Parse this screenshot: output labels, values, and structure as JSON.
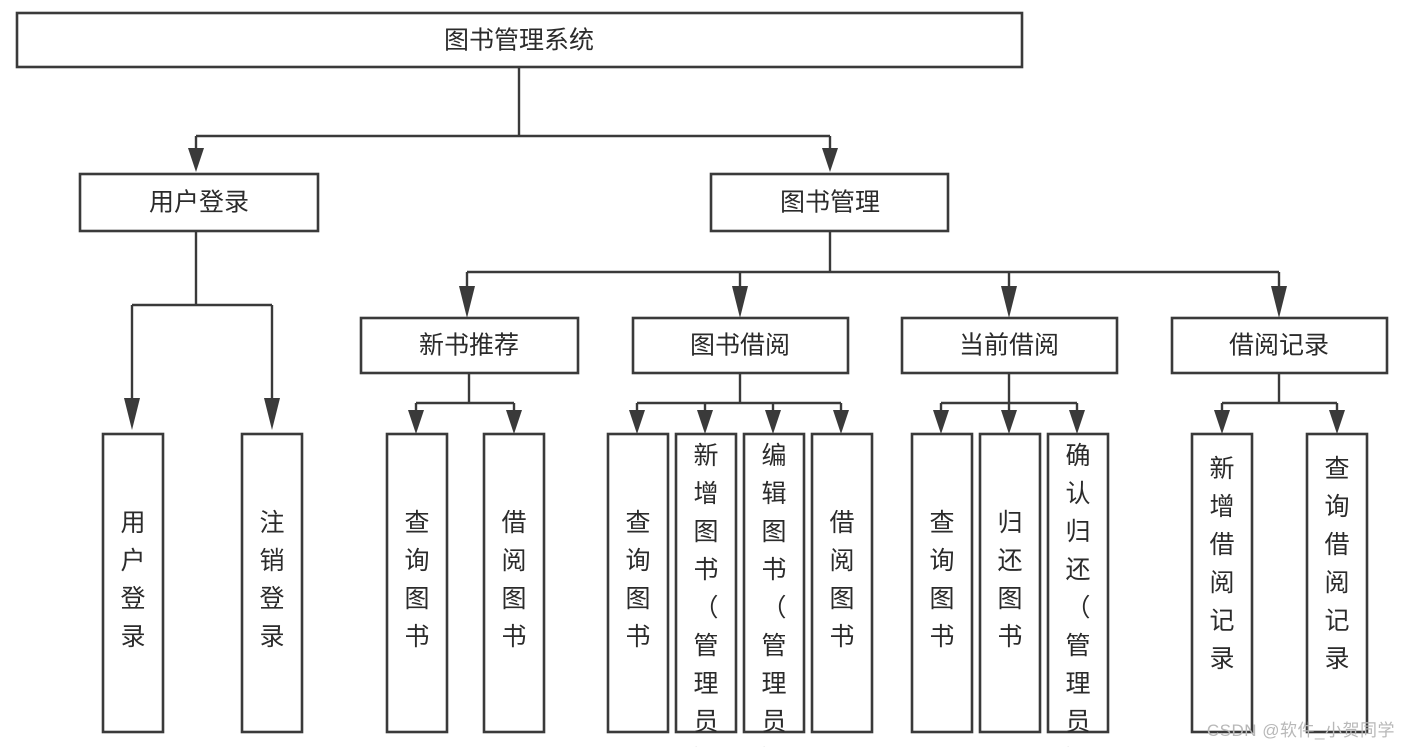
{
  "diagram": {
    "type": "tree",
    "title": "图书管理系统",
    "orientation": "top-down",
    "colors": {
      "background": "#ffffff",
      "box_fill": "#ffffff",
      "box_stroke": "#3a3a3a",
      "text": "#2b2b2b",
      "watermark": "#b8b8b8"
    },
    "root": {
      "id": "root",
      "label": "图书管理系统"
    },
    "level2": [
      {
        "id": "user-login",
        "label": "用户登录"
      },
      {
        "id": "book-management",
        "label": "图书管理"
      }
    ],
    "level3": [
      {
        "id": "new-book-recommend",
        "label": "新书推荐",
        "parent": "book-management"
      },
      {
        "id": "book-borrow",
        "label": "图书借阅",
        "parent": "book-management"
      },
      {
        "id": "current-borrow",
        "label": "当前借阅",
        "parent": "book-management"
      },
      {
        "id": "borrow-record",
        "label": "借阅记录",
        "parent": "book-management"
      }
    ],
    "leaves": [
      {
        "id": "leaf-user-login",
        "label": "用户登录",
        "parent": "user-login"
      },
      {
        "id": "leaf-user-logout",
        "label": "注销登录",
        "parent": "user-login"
      },
      {
        "id": "leaf-query-book-1",
        "label": "查询图书",
        "parent": "new-book-recommend"
      },
      {
        "id": "leaf-borrow-book-1",
        "label": "借阅图书",
        "parent": "new-book-recommend"
      },
      {
        "id": "leaf-query-book-2",
        "label": "查询图书",
        "parent": "book-borrow"
      },
      {
        "id": "leaf-add-book",
        "label": "新增图书（管理员）",
        "parent": "book-borrow"
      },
      {
        "id": "leaf-edit-book",
        "label": "编辑图书（管理员）",
        "parent": "book-borrow"
      },
      {
        "id": "leaf-borrow-book-2",
        "label": "借阅图书",
        "parent": "book-borrow"
      },
      {
        "id": "leaf-query-book-3",
        "label": "查询图书",
        "parent": "current-borrow"
      },
      {
        "id": "leaf-return-book",
        "label": "归还图书",
        "parent": "current-borrow"
      },
      {
        "id": "leaf-confirm-return",
        "label": "确认归还（管理员）",
        "parent": "current-borrow"
      },
      {
        "id": "leaf-add-record",
        "label": "新增借阅记录",
        "parent": "borrow-record"
      },
      {
        "id": "leaf-query-record",
        "label": "查询借阅记录",
        "parent": "borrow-record"
      }
    ]
  },
  "watermark": {
    "text": "CSDN @软件_小贺同学"
  }
}
